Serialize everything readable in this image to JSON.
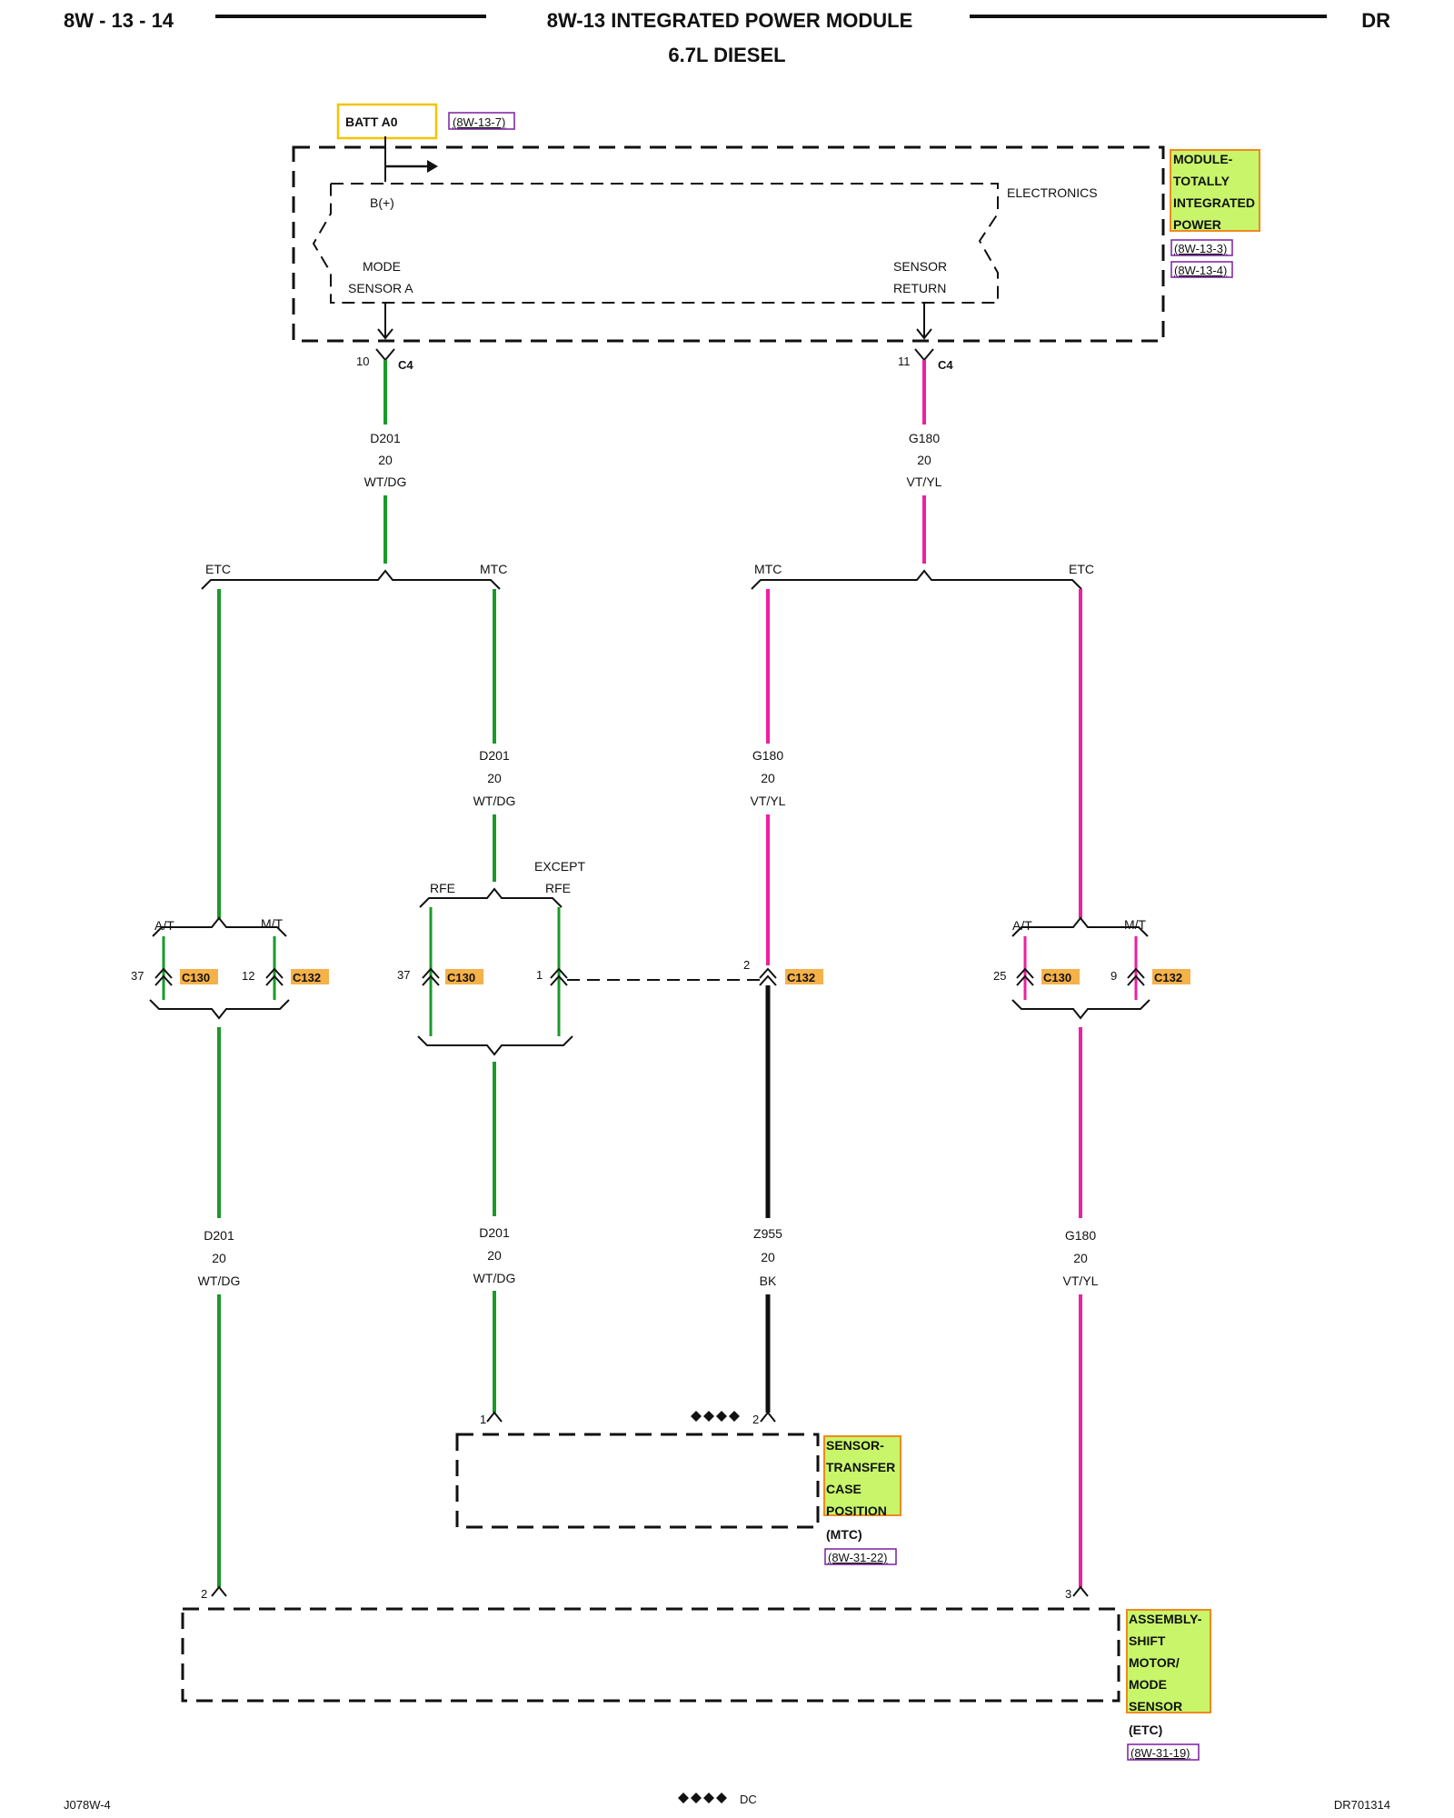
{
  "header": {
    "page_number": "8W - 13 - 14",
    "title": "8W-13 INTEGRATED POWER MODULE",
    "subtitle": "6.7L DIESEL",
    "model": "DR"
  },
  "colors": {
    "green_wire": "#1a9a2a",
    "magenta_wire": "#ee1fa0",
    "black_wire": "#111111",
    "highlight_fill": "#c8f56a",
    "highlight_border": "#f08a1c",
    "batt_border": "#f3c400",
    "ref_color": "#7a1fa2"
  },
  "batt": {
    "label": "BATT A0",
    "ref": "(8W-13-7)"
  },
  "ipm": {
    "electronics": "ELECTRONICS",
    "b_plus": "B(+)",
    "mode_sensor_line1": "MODE",
    "mode_sensor_line2": "SENSOR A",
    "sensor_return_line1": "SENSOR",
    "sensor_return_line2": "RETURN",
    "name_lines": [
      "MODULE-",
      "TOTALLY",
      "INTEGRATED",
      "POWER"
    ],
    "refs": [
      "(8W-13-3)",
      "(8W-13-4)"
    ],
    "pin_left": "10",
    "pin_right": "11",
    "connector": "C4"
  },
  "wires": {
    "d201": {
      "circuit": "D201",
      "gauge": "20",
      "color": "WT/DG"
    },
    "g180": {
      "circuit": "G180",
      "gauge": "20",
      "color": "VT/YL"
    },
    "z955": {
      "circuit": "Z955",
      "gauge": "20",
      "color": "BK"
    }
  },
  "splits": {
    "etc": "ETC",
    "mtc": "MTC",
    "at": "A/T",
    "mt": "M/T",
    "rfe": "RFE",
    "except": "EXCEPT"
  },
  "connectors": {
    "c130": "C130",
    "c132": "C132",
    "pin_37": "37",
    "pin_12": "12",
    "pin_1": "1",
    "pin_2": "2",
    "pin_25": "25",
    "pin_9": "9",
    "pin_3": "3"
  },
  "sensor_tc": {
    "name_lines": [
      "SENSOR-",
      "TRANSFER",
      "CASE",
      "POSITION"
    ],
    "variant": "(MTC)",
    "ref": "(8W-31-22)",
    "pin_left": "1",
    "pin_right": "2"
  },
  "shift_motor": {
    "name_lines": [
      "ASSEMBLY-",
      "SHIFT",
      "MOTOR/",
      "MODE",
      "SENSOR"
    ],
    "variant": "(ETC)",
    "ref": "(8W-31-19)",
    "pin_left": "2",
    "pin_right": "3"
  },
  "footer": {
    "left": "J078W-4",
    "center": "DC",
    "right": "DR701314"
  }
}
